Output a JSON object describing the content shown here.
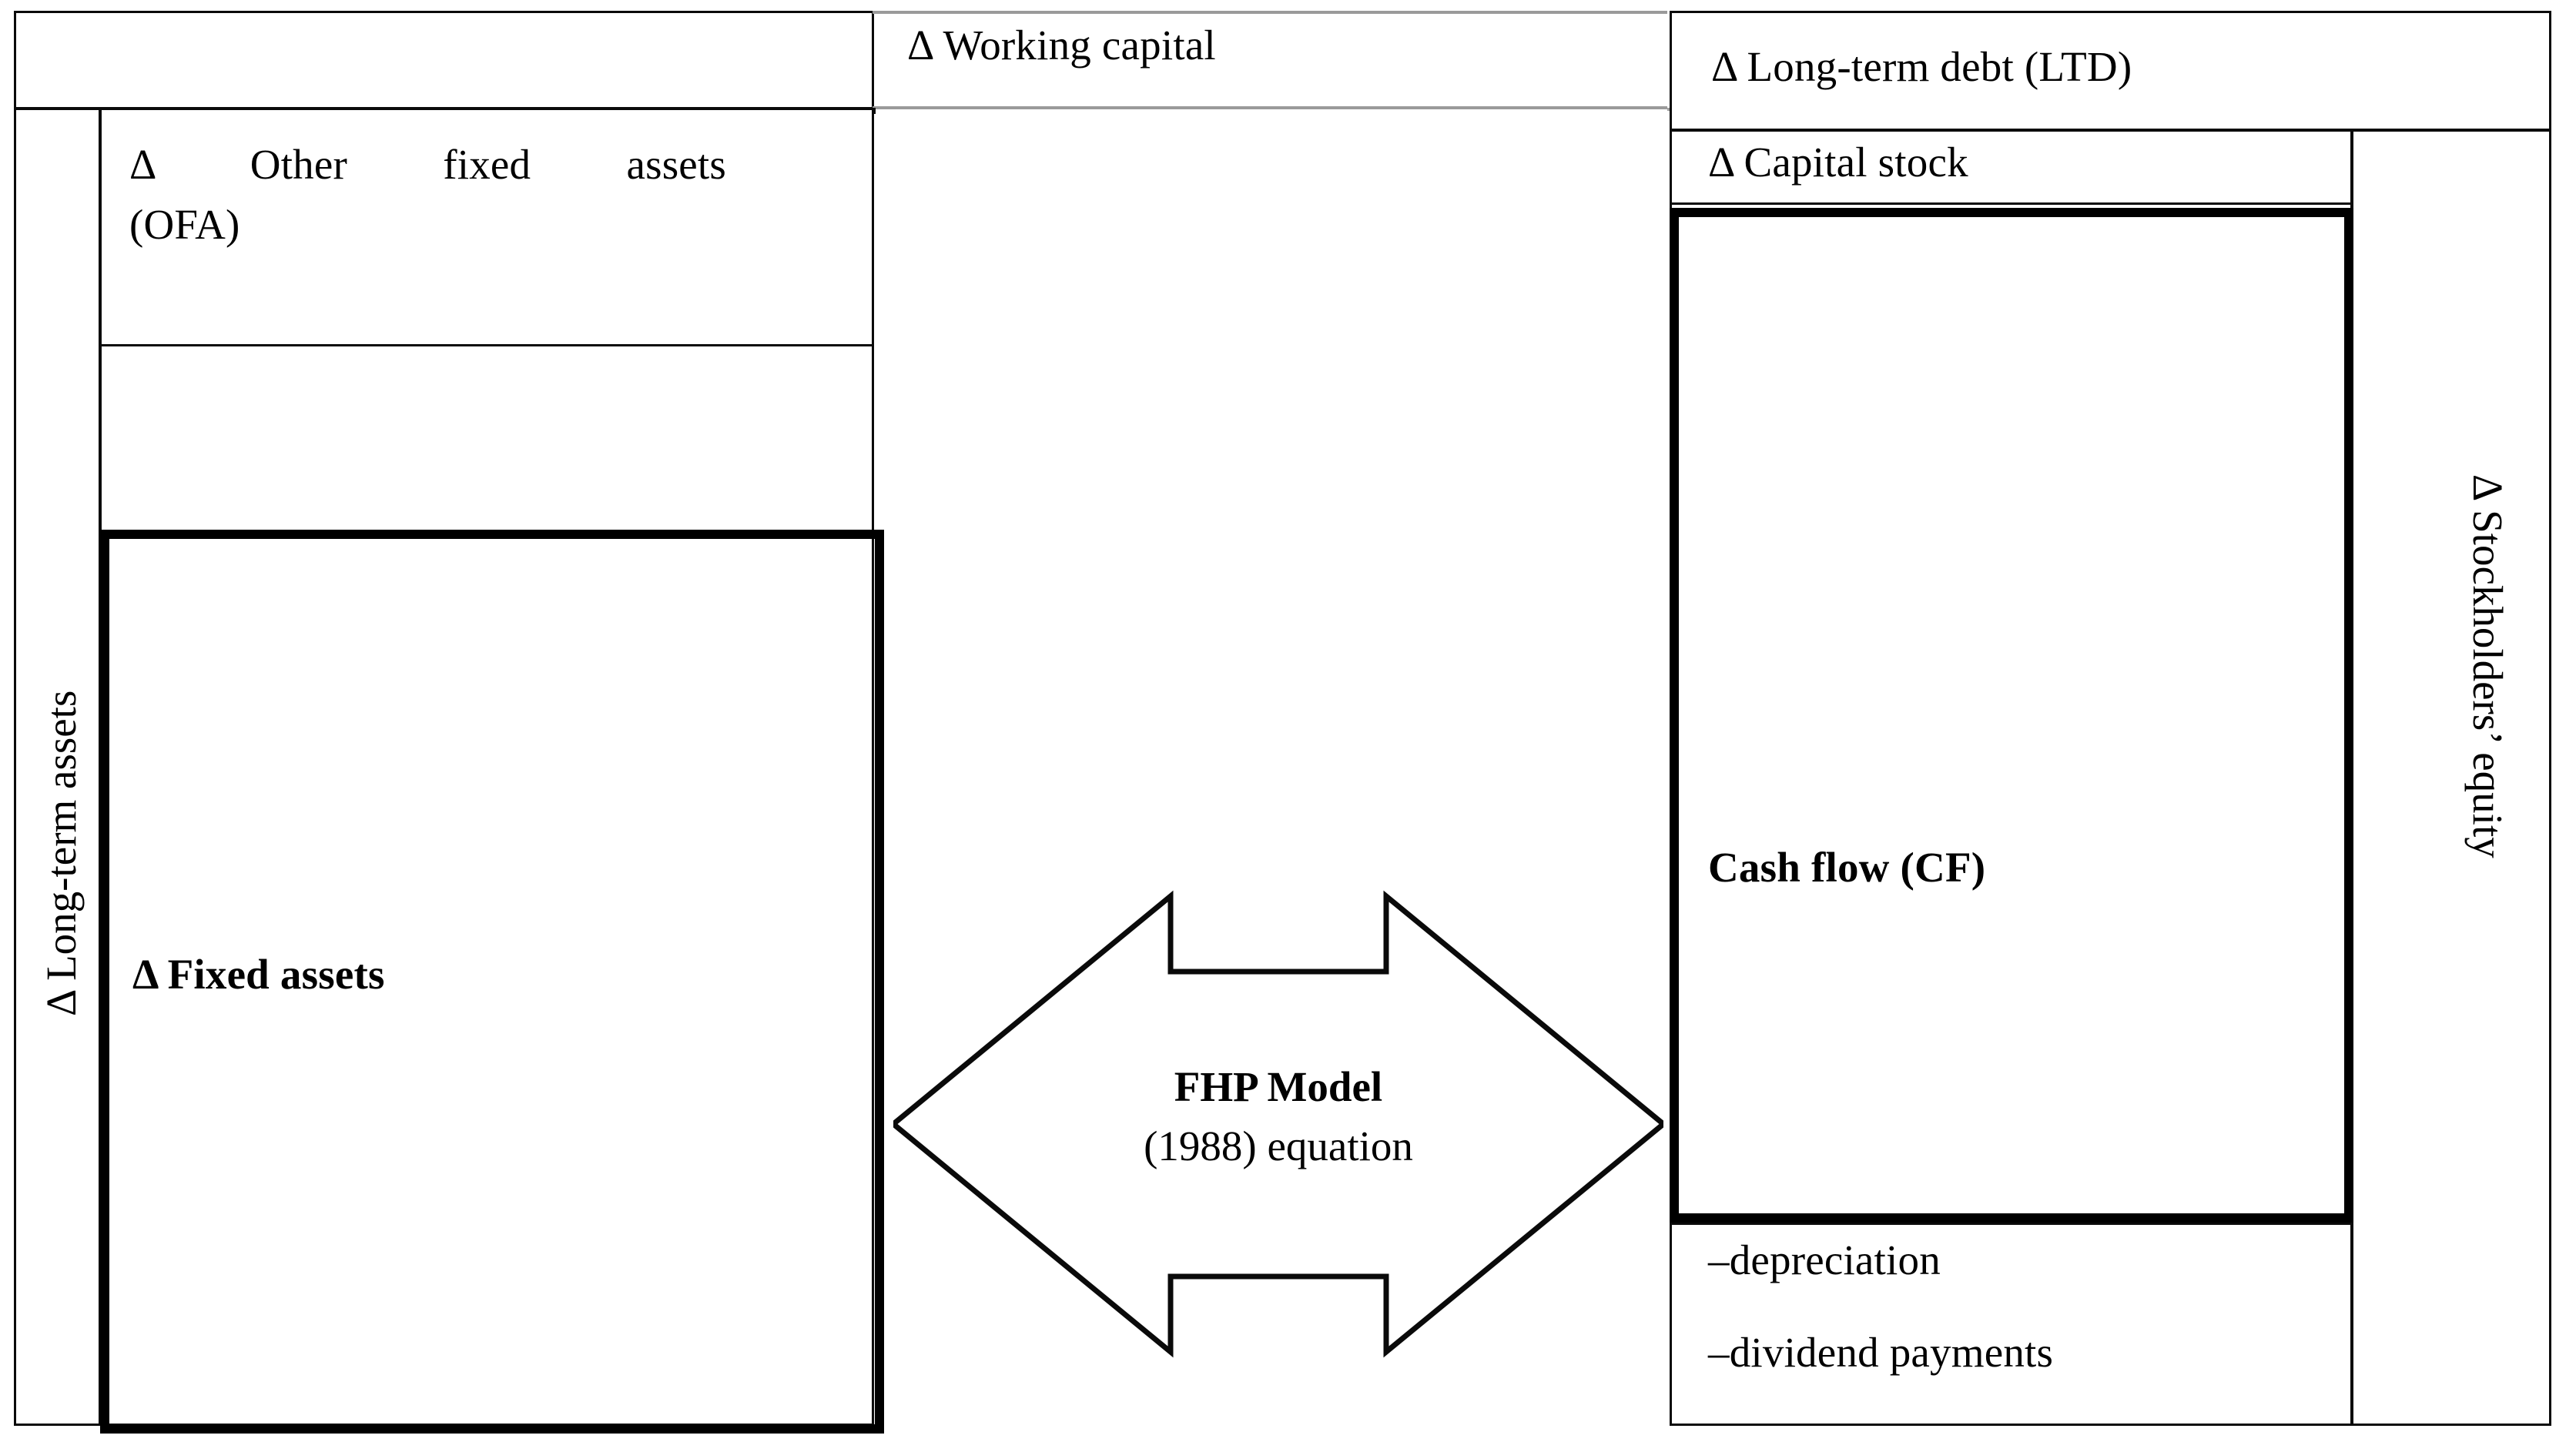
{
  "diagram": {
    "title": "FHP Model (1988) balance-sheet identity diagram",
    "assets_side": {
      "long_term_assets_label": "Δ Long-term assets",
      "other_fixed_assets_line1": "Δ  Other  fixed  assets",
      "other_fixed_assets_line2": "(OFA)",
      "fixed_assets_label": "Δ Fixed assets"
    },
    "middle": {
      "working_capital_label": "Δ Working capital",
      "arrow_title": "FHP Model",
      "arrow_subtitle": "(1988) equation"
    },
    "liabilities_side": {
      "long_term_debt_label": "Δ Long-term debt (LTD)",
      "capital_stock_label": "Δ Capital stock",
      "cash_flow_label": "Cash flow (CF)",
      "deduction_1": "–depreciation",
      "deduction_2": "–dividend payments",
      "stockholders_equity_label": "Δ Stockholders’ equity"
    },
    "colors": {
      "line": "#0a0a0a",
      "hairline": "#8f8f8f",
      "emphasis_border": "#000000",
      "background": "#ffffff",
      "text": "#000000"
    }
  }
}
